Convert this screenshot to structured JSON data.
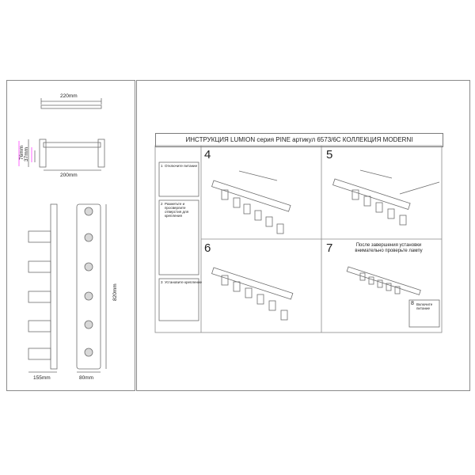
{
  "header": {
    "title": "ИНСТРУКЦИЯ LUMION серия PINE артикул 6573/6C КОЛЛЕКЦИЯ MODERNI"
  },
  "dimensions": {
    "top_width": "220mm",
    "height_total": "76mm",
    "height_inner": "37mm",
    "bracket_width": "200mm",
    "length": "820mm",
    "side_depth": "155mm",
    "front_width": "80mm"
  },
  "steps": {
    "s1": {
      "number": "1",
      "label": "Отключите питание"
    },
    "s2": {
      "number": "2",
      "label": "Разметьте и просверлите отверстия для крепления"
    },
    "s3": {
      "number": "3",
      "label": "Установите крепление"
    },
    "s4": {
      "number": "4"
    },
    "s5": {
      "number": "5"
    },
    "s6": {
      "number": "6"
    },
    "s7": {
      "number": "7",
      "note": "После завершения установки внимательно проверьте лампу"
    },
    "s8": {
      "number": "8",
      "label": "Включите питание"
    }
  },
  "colors": {
    "line": "#6e6e6e",
    "frame": "#8a8a8a",
    "accent": "#ff00ff"
  }
}
